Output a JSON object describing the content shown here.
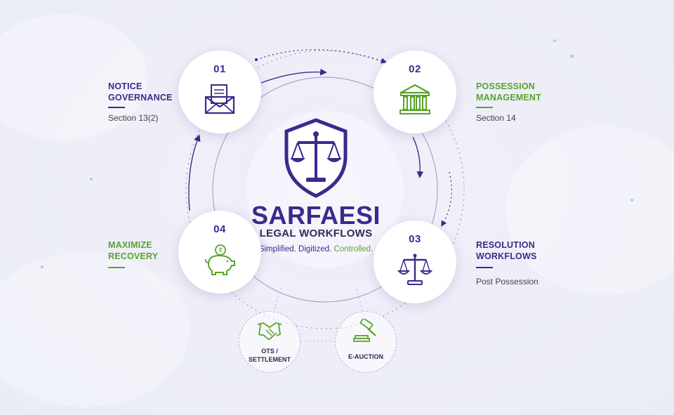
{
  "center": {
    "title": "SARFAESI",
    "subtitle": "LEGAL WORKFLOWS",
    "tagline_part1": "Simplified. Digitized.",
    "tagline_part2": "Controlled.",
    "icon": "shield-scales-icon"
  },
  "steps": [
    {
      "number": "01",
      "title_line1": "NOTICE",
      "title_line2": "GOVERNANCE",
      "subtitle": "Section 13(2)",
      "icon": "envelope-letter-icon",
      "title_color": "#3b2a8c"
    },
    {
      "number": "02",
      "title_line1": "POSSESSION",
      "title_line2": "MANAGEMENT",
      "subtitle": "Section 14",
      "icon": "courthouse-icon",
      "title_color": "#59a42c"
    },
    {
      "number": "03",
      "title_line1": "RESOLUTION",
      "title_line2": "WORKFLOWS",
      "subtitle": "Post Possession",
      "icon": "scales-icon",
      "title_color": "#3b2a8c"
    },
    {
      "number": "04",
      "title_line1": "MAXIMIZE",
      "title_line2": "RECOVERY",
      "subtitle": "",
      "icon": "piggy-bank-rupee-icon",
      "title_color": "#59a42c"
    }
  ],
  "outcomes": [
    {
      "line1": "OTS /",
      "line2": "SETTLEMENT",
      "icon": "handshake-icon"
    },
    {
      "line1": "E-AUCTION",
      "line2": "",
      "icon": "gavel-icon"
    }
  ],
  "colors": {
    "purple": "#3b2a8c",
    "green": "#59a42c",
    "background": "#eeeef8"
  }
}
